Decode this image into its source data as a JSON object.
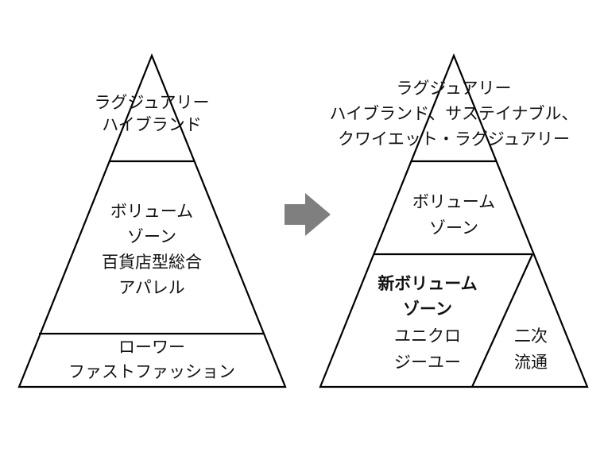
{
  "left_pyramid": {
    "top": [
      "ラグジュアリー",
      "ハイブランド"
    ],
    "middle": [
      "ボリューム",
      "ゾーン",
      "百貨店型総合",
      "アパレル"
    ],
    "bottom": [
      "ローワー",
      "ファストファッション"
    ]
  },
  "right_pyramid": {
    "top": [
      "ラグジュアリー",
      "ハイブランド、サステイナブル、",
      "クワイエット・ラグジュアリー"
    ],
    "middle": [
      "ボリューム",
      "ゾーン"
    ],
    "bottom_left_bold": [
      "新ボリューム",
      "ゾーン"
    ],
    "bottom_left": [
      "ユニクロ",
      "ジーユー"
    ],
    "bottom_right": [
      "二次",
      "流通"
    ]
  },
  "arrow": {
    "icon": "right-arrow-icon",
    "color": "#7f7f7f"
  }
}
